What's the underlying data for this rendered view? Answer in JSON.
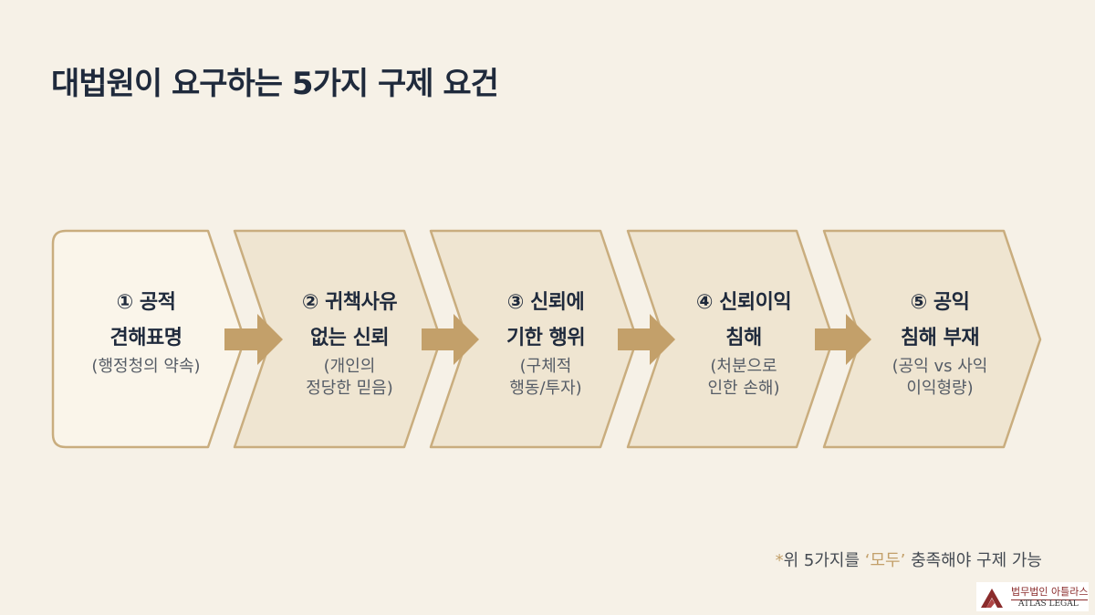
{
  "title": "대법원이 요구하는 5가지 구제 요건",
  "steps": [
    {
      "heading1": "① 공적",
      "heading2": "견해표명",
      "sub1": "(행정청의 약속)",
      "sub2": ""
    },
    {
      "heading1": "② 귀책사유",
      "heading2": "없는 신뢰",
      "sub1": "(개인의",
      "sub2": "정당한 믿음)"
    },
    {
      "heading1": "③ 신뢰에",
      "heading2": "기한 행위",
      "sub1": "(구체적",
      "sub2": "행동/투자)"
    },
    {
      "heading1": "④ 신뢰이익",
      "heading2": "침해",
      "sub1": "(처분으로",
      "sub2": "인한 손해)"
    },
    {
      "heading1": "⑤ 공익",
      "heading2": "침해 부재",
      "sub1": "(공익 vs 사익",
      "sub2": "이익형량)"
    }
  ],
  "note": {
    "star": "*",
    "before": "위 5가지를 ",
    "emphasis": "‘모두’",
    "after": " 충족해야 구제 가능"
  },
  "logo": {
    "korean": "법무법인 아틀라스",
    "english": "ATLAS LEGAL"
  },
  "colors": {
    "background": "#f6f1e7",
    "title": "#1f2a3c",
    "accent": "#c3a06a",
    "box": "#efe5d1",
    "box_first": "#faf5ea",
    "stroke": "#c9ad7e"
  }
}
